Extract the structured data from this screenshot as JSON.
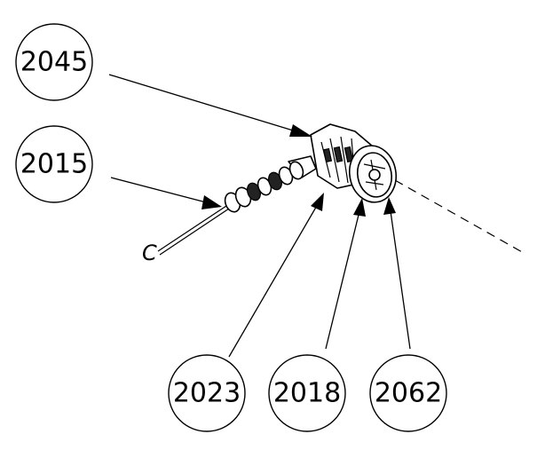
{
  "balloons": [
    {
      "id": "b2045",
      "label": "2045"
    },
    {
      "id": "b2015",
      "label": "2015"
    },
    {
      "id": "b2023",
      "label": "2023"
    },
    {
      "id": "b2018",
      "label": "2018"
    },
    {
      "id": "b2062",
      "label": "2062"
    }
  ],
  "clip_label": "C"
}
